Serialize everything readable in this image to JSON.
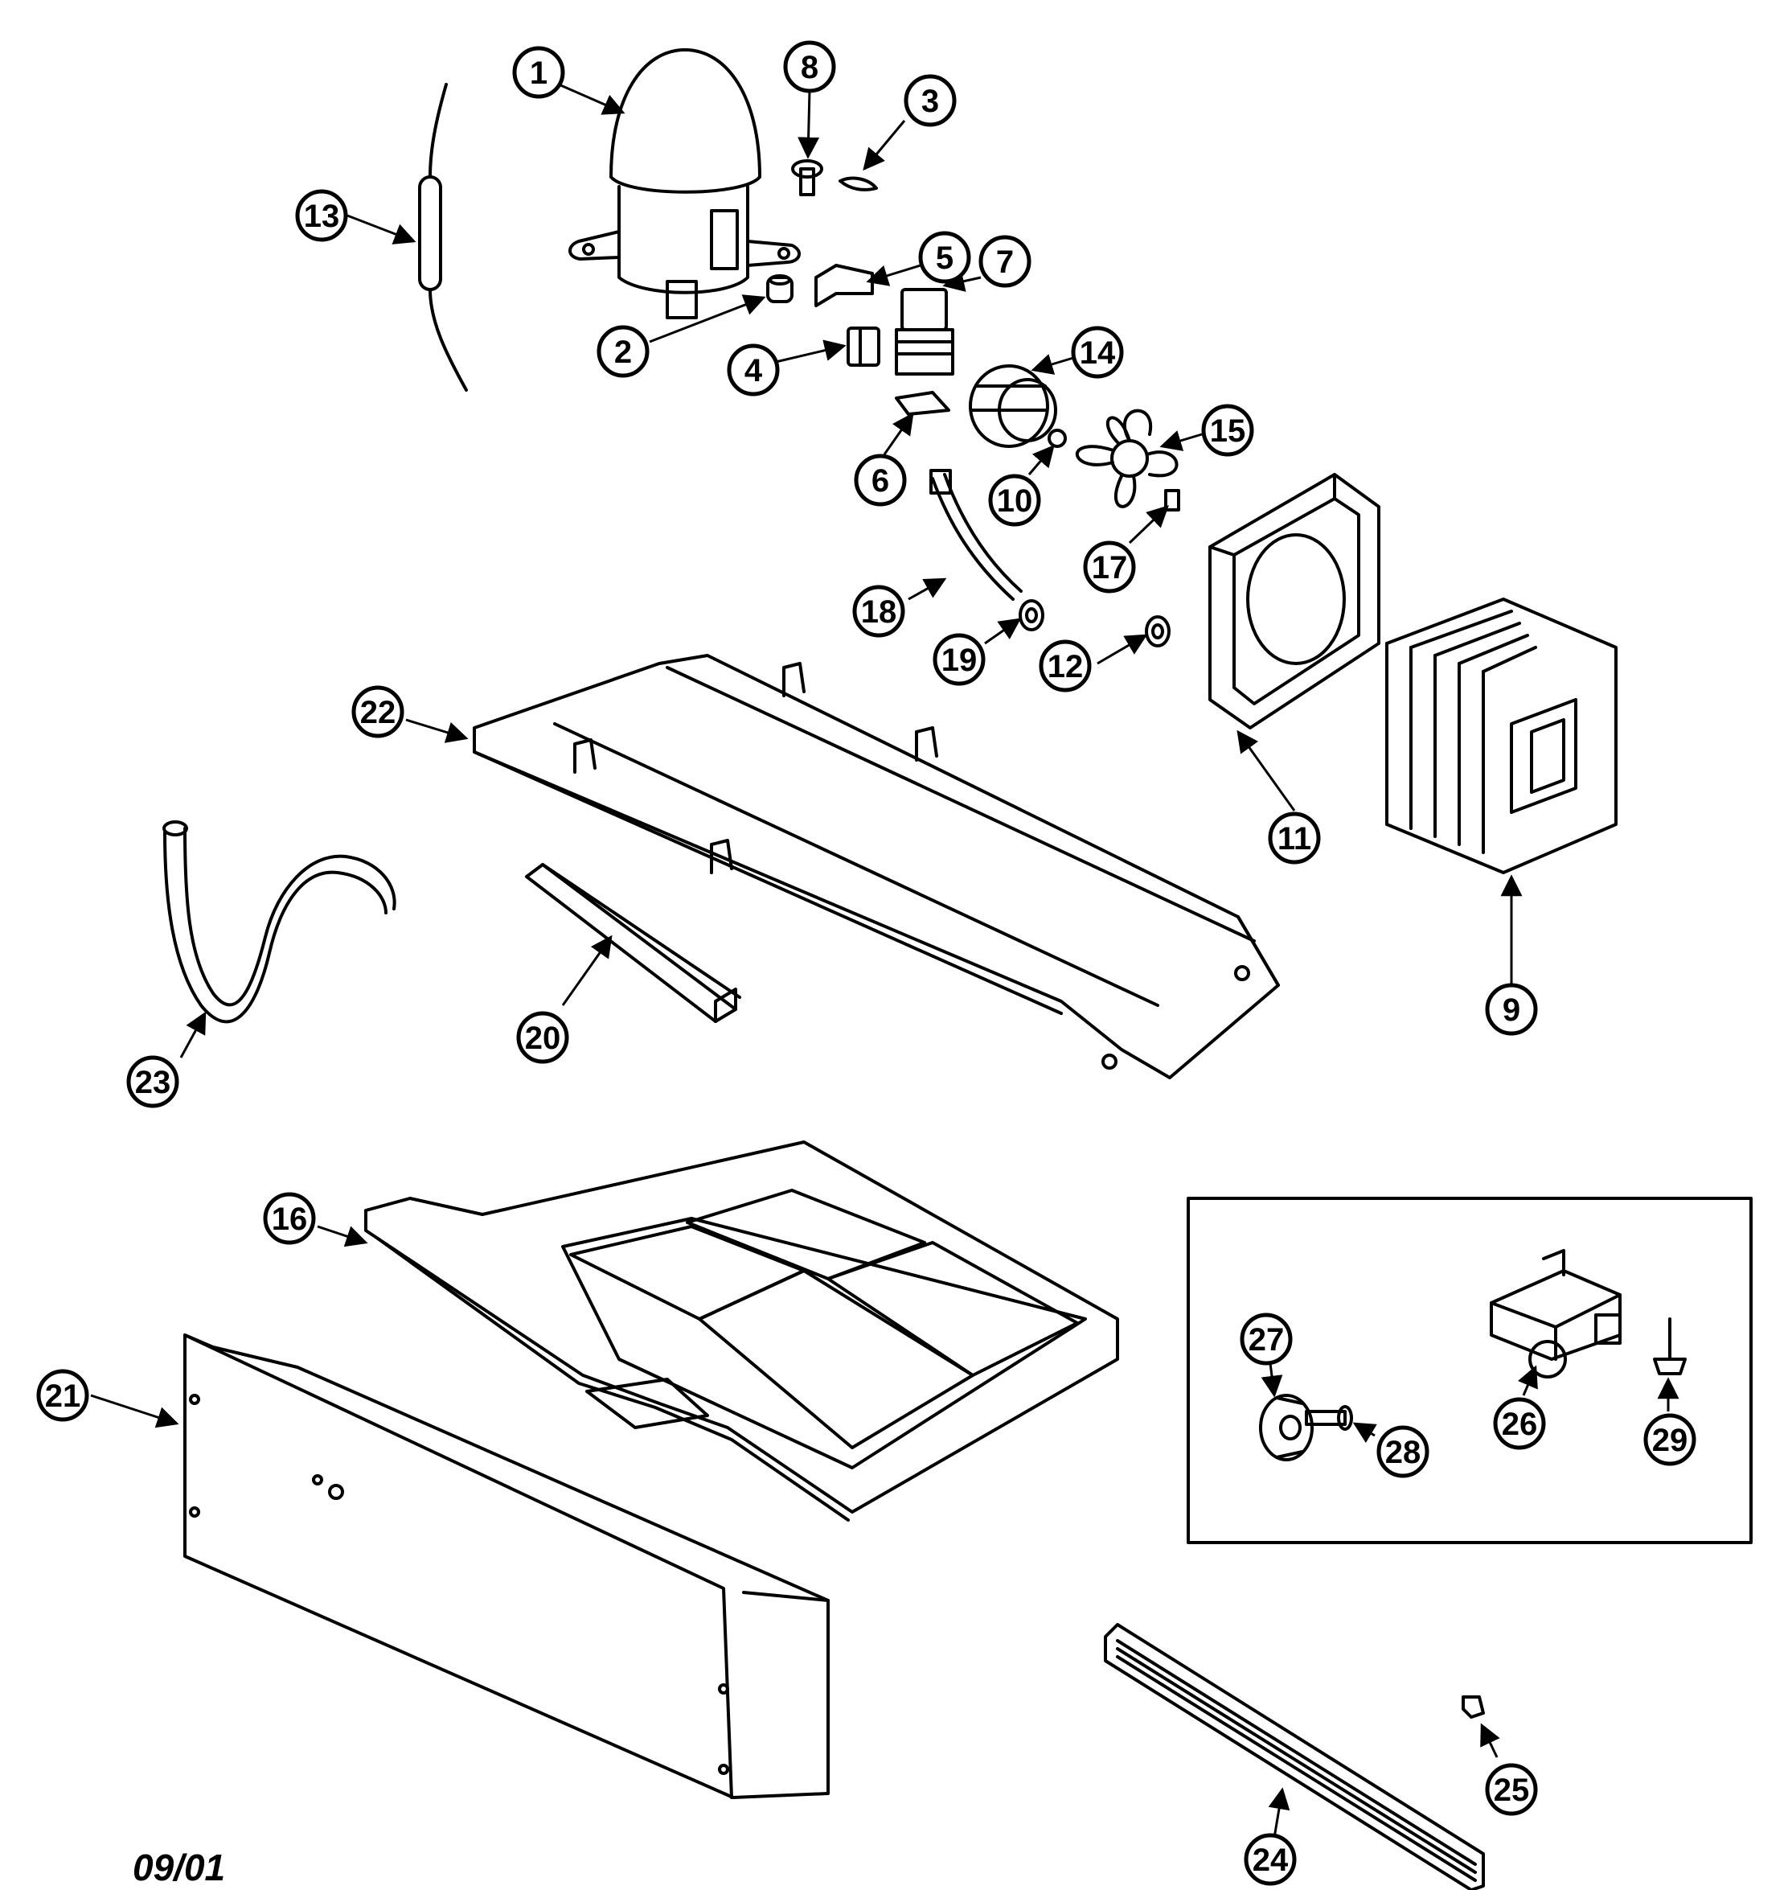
{
  "diagram": {
    "date_stamp": "09/01",
    "callouts": [
      {
        "id": "c1",
        "label": "1"
      },
      {
        "id": "c2",
        "label": "2"
      },
      {
        "id": "c3",
        "label": "3"
      },
      {
        "id": "c4",
        "label": "4"
      },
      {
        "id": "c5",
        "label": "5"
      },
      {
        "id": "c6",
        "label": "6"
      },
      {
        "id": "c7",
        "label": "7"
      },
      {
        "id": "c8",
        "label": "8"
      },
      {
        "id": "c9",
        "label": "9"
      },
      {
        "id": "c10",
        "label": "10"
      },
      {
        "id": "c11",
        "label": "11"
      },
      {
        "id": "c12",
        "label": "12"
      },
      {
        "id": "c13",
        "label": "13"
      },
      {
        "id": "c14",
        "label": "14"
      },
      {
        "id": "c15",
        "label": "15"
      },
      {
        "id": "c16",
        "label": "16"
      },
      {
        "id": "c17",
        "label": "17"
      },
      {
        "id": "c18",
        "label": "18"
      },
      {
        "id": "c19",
        "label": "19"
      },
      {
        "id": "c20",
        "label": "20"
      },
      {
        "id": "c21",
        "label": "21"
      },
      {
        "id": "c22",
        "label": "22"
      },
      {
        "id": "c23",
        "label": "23"
      },
      {
        "id": "c24",
        "label": "24"
      },
      {
        "id": "c25",
        "label": "25"
      },
      {
        "id": "c26",
        "label": "26"
      },
      {
        "id": "c27",
        "label": "27"
      },
      {
        "id": "c28",
        "label": "28"
      },
      {
        "id": "c29",
        "label": "29"
      }
    ]
  }
}
